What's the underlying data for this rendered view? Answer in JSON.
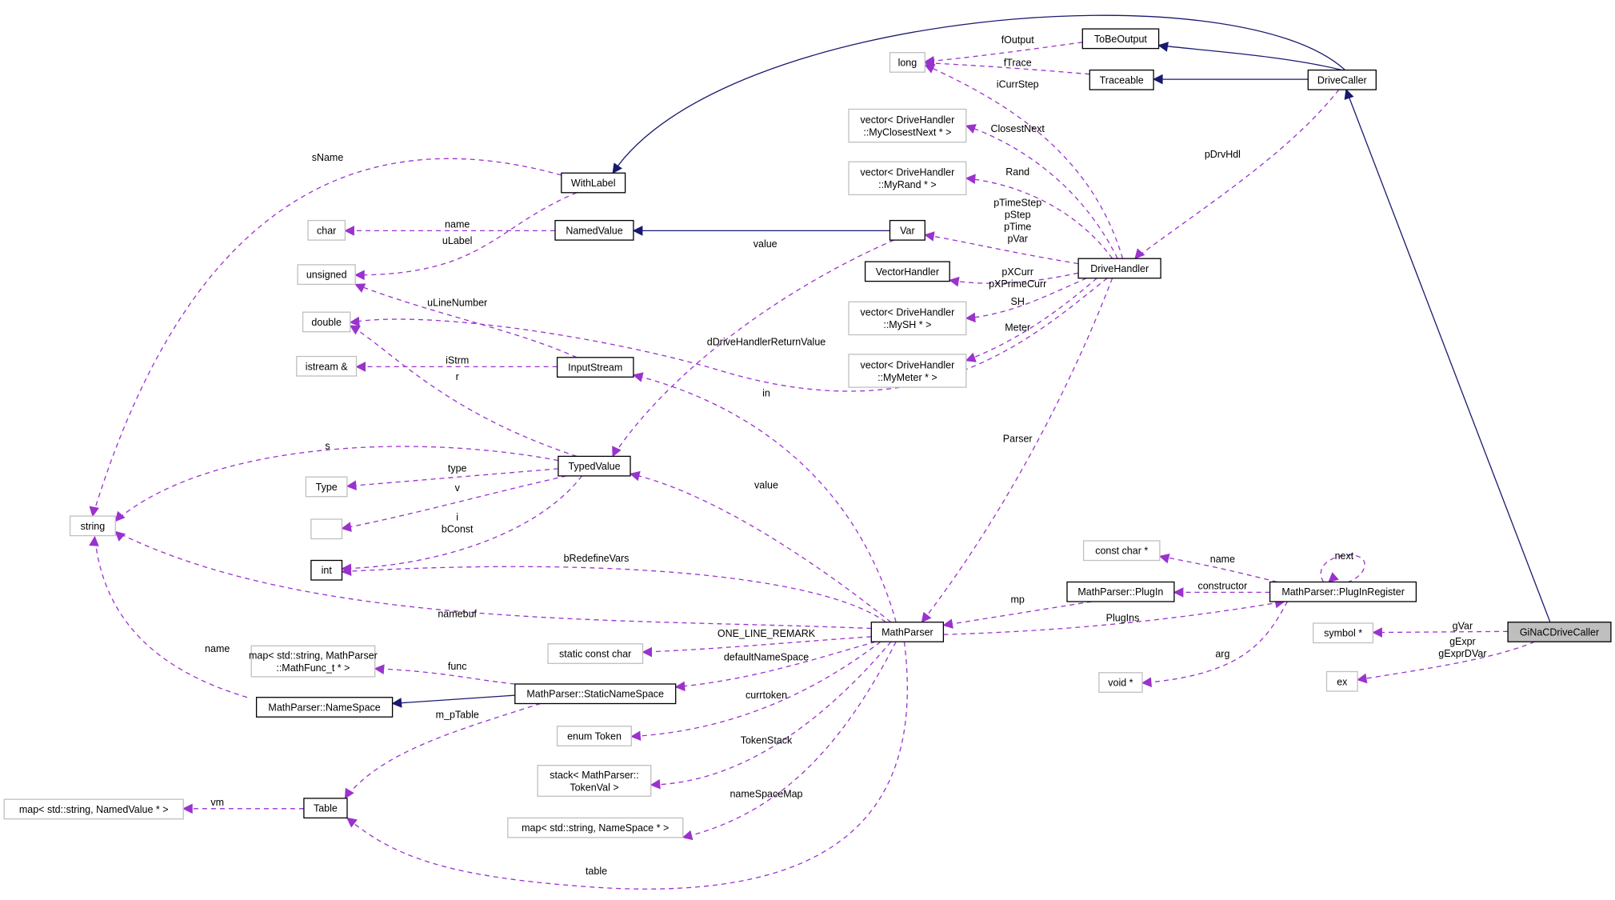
{
  "nodes": {
    "long": {
      "lines": [
        "long"
      ],
      "kind": "ext"
    },
    "vec_closest": {
      "lines": [
        "vector< DriveHandler",
        "::MyClosestNext * >"
      ],
      "kind": "ext"
    },
    "vec_rand": {
      "lines": [
        "vector< DriveHandler",
        "::MyRand * >"
      ],
      "kind": "ext"
    },
    "char": {
      "lines": [
        "char"
      ],
      "kind": "ext"
    },
    "unsigned": {
      "lines": [
        "unsigned"
      ],
      "kind": "ext"
    },
    "double": {
      "lines": [
        "double"
      ],
      "kind": "ext"
    },
    "istream": {
      "lines": [
        "istream &"
      ],
      "kind": "ext"
    },
    "vec_sh": {
      "lines": [
        "vector< DriveHandler",
        "::MySH * >"
      ],
      "kind": "ext"
    },
    "vec_meter": {
      "lines": [
        "vector< DriveHandler",
        "::MyMeter * >"
      ],
      "kind": "ext"
    },
    "type": {
      "lines": [
        "Type"
      ],
      "kind": "ext"
    },
    "blank": {
      "lines": [
        ""
      ],
      "kind": "ext"
    },
    "string": {
      "lines": [
        "string"
      ],
      "kind": "ext"
    },
    "static_const_char": {
      "lines": [
        "static const char"
      ],
      "kind": "ext"
    },
    "map_mathfunc": {
      "lines": [
        "map< std::string, MathParser",
        "::MathFunc_t * >"
      ],
      "kind": "ext"
    },
    "enum_token": {
      "lines": [
        "enum Token"
      ],
      "kind": "ext"
    },
    "stack_token": {
      "lines": [
        "stack< MathParser::",
        "TokenVal >"
      ],
      "kind": "ext"
    },
    "map_namespace": {
      "lines": [
        "map< std::string, NameSpace * >"
      ],
      "kind": "ext"
    },
    "map_namedvalue": {
      "lines": [
        "map< std::string, NamedValue * >"
      ],
      "kind": "ext"
    },
    "const_char": {
      "lines": [
        "const char *"
      ],
      "kind": "ext"
    },
    "void_ptr": {
      "lines": [
        "void *"
      ],
      "kind": "ext"
    },
    "symbol": {
      "lines": [
        "symbol *"
      ],
      "kind": "ext"
    },
    "ex": {
      "lines": [
        "ex"
      ],
      "kind": "ext"
    },
    "tobeoutput": {
      "lines": [
        "ToBeOutput"
      ],
      "kind": "class"
    },
    "traceable": {
      "lines": [
        "Traceable"
      ],
      "kind": "class"
    },
    "drivecaller": {
      "lines": [
        "DriveCaller"
      ],
      "kind": "class"
    },
    "withlabel": {
      "lines": [
        "WithLabel"
      ],
      "kind": "class"
    },
    "namedvalue": {
      "lines": [
        "NamedValue"
      ],
      "kind": "class"
    },
    "var": {
      "lines": [
        "Var"
      ],
      "kind": "class"
    },
    "drivehandler": {
      "lines": [
        "DriveHandler"
      ],
      "kind": "class"
    },
    "vectorhandler": {
      "lines": [
        "VectorHandler"
      ],
      "kind": "class"
    },
    "inputstream": {
      "lines": [
        "InputStream"
      ],
      "kind": "class"
    },
    "typedvalue": {
      "lines": [
        "TypedValue"
      ],
      "kind": "class"
    },
    "int": {
      "lines": [
        "int"
      ],
      "kind": "class"
    },
    "mathparser": {
      "lines": [
        "MathParser"
      ],
      "kind": "class"
    },
    "plugin": {
      "lines": [
        "MathParser::PlugIn"
      ],
      "kind": "class"
    },
    "pluginregister": {
      "lines": [
        "MathParser::PlugInRegister"
      ],
      "kind": "class"
    },
    "staticnamespace": {
      "lines": [
        "MathParser::StaticNameSpace"
      ],
      "kind": "class"
    },
    "namespace": {
      "lines": [
        "MathParser::NameSpace"
      ],
      "kind": "class"
    },
    "table": {
      "lines": [
        "Table"
      ],
      "kind": "class"
    },
    "ginac": {
      "lines": [
        "GiNaCDriveCaller"
      ],
      "kind": "focus"
    }
  },
  "edge_labels": {
    "fOutput": "fOutput",
    "fTrace": "fTrace",
    "iCurrStep": "iCurrStep",
    "ClosestNext": "ClosestNext",
    "Rand": "Rand",
    "pDrvHdl": "pDrvHdl",
    "sName": "sName",
    "name_char": "name",
    "uLabel": "uLabel",
    "pVars": [
      "pTimeStep",
      "pStep",
      "pTime",
      "pVar"
    ],
    "value_var": "value",
    "pXCurr": [
      "pXCurr",
      "pXPrimeCurr"
    ],
    "SH": "SH",
    "Meter": "Meter",
    "uLineNumber": "uLineNumber",
    "dDriveHandlerReturnValue": "dDriveHandlerReturnValue",
    "iStrm": "iStrm",
    "r": "r",
    "in": "in",
    "Parser": "Parser",
    "s": "s",
    "type": "type",
    "v": "v",
    "value_mp": "value",
    "i_bConst": [
      "i",
      "bConst"
    ],
    "bRedefineVars": "bRedefineVars",
    "name_cc": "name",
    "next": "next",
    "constructor": "constructor",
    "mp": "mp",
    "namebuf": "namebuf",
    "PlugIns": "PlugIns",
    "ONE_LINE_REMARK": "ONE_LINE_REMARK",
    "gVar": "gVar",
    "gExpr": [
      "gExpr",
      "gExprDVar"
    ],
    "name_ns": "name",
    "func": "func",
    "defaultNameSpace": "defaultNameSpace",
    "arg": "arg",
    "currtoken": "currtoken",
    "m_pTable": "m_pTable",
    "TokenStack": "TokenStack",
    "nameSpaceMap": "nameSpaceMap",
    "vm": "vm",
    "table": "table"
  },
  "colors": {
    "inheritance_edge": "#191970",
    "usage_edge": "#9a32cd",
    "external_node_border": "#bfbfbf",
    "focus_node_fill": "#bfbfbf"
  }
}
